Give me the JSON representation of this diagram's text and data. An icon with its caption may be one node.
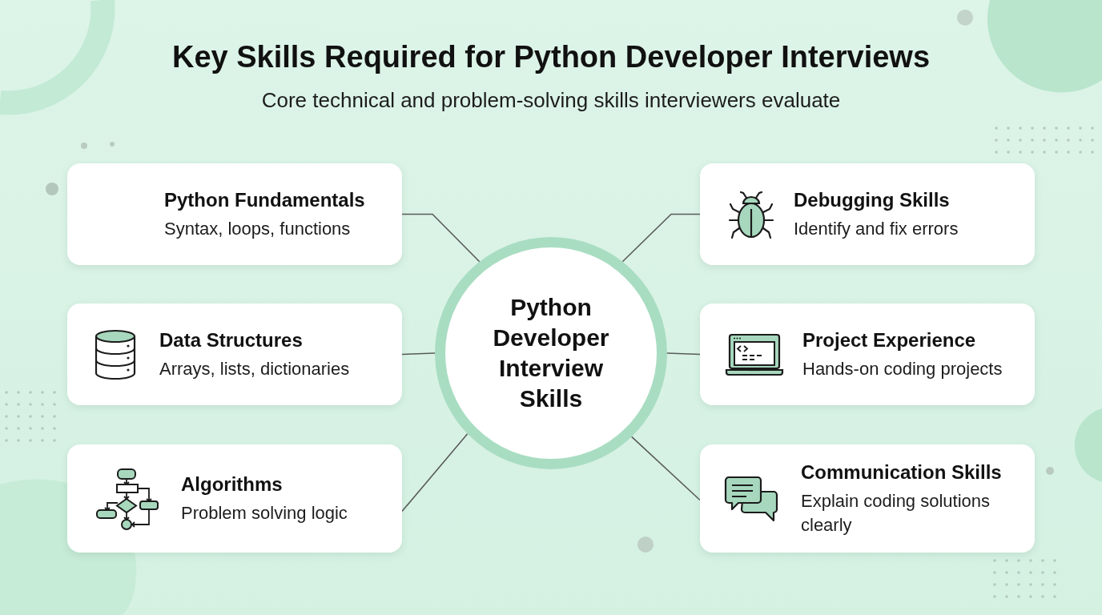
{
  "diagram": {
    "title": "Key Skills Required for Python Developer Interviews",
    "nodes": [
      {
        "text": [
          "Python Developer Interview Skills"
        ]
      },
      {
        "text": [
          "Python Fundamentals",
          "Syntax, loops, functions"
        ]
      },
      {
        "text": [
          "Debugging Skills",
          "Identify and fix errors"
        ]
      },
      {
        "text": [
          "Data Structures",
          "Arrays, lists, dictionaries"
        ]
      },
      {
        "text": [
          "Project Experience",
          "Hands-on coding projects"
        ]
      },
      {
        "text": [
          "Algorithms",
          "Problem solving logic"
        ]
      },
      {
        "text": [
          "Communication Skills",
          "Explain coding solutions clearly"
        ]
      }
    ],
    "edges": [
      {
        "from": 0,
        "to": 1,
        "arrow": "none"
      },
      {
        "from": 0,
        "to": 2,
        "arrow": "none"
      },
      {
        "from": 0,
        "to": 3,
        "arrow": "none"
      },
      {
        "from": 0,
        "to": 4,
        "arrow": "none"
      },
      {
        "from": 0,
        "to": 5,
        "arrow": "none"
      },
      {
        "from": 0,
        "to": 6,
        "arrow": "none"
      }
    ],
    "labels": [
      "Core technical and problem-solving skills interviewers evaluate"
    ]
  }
}
